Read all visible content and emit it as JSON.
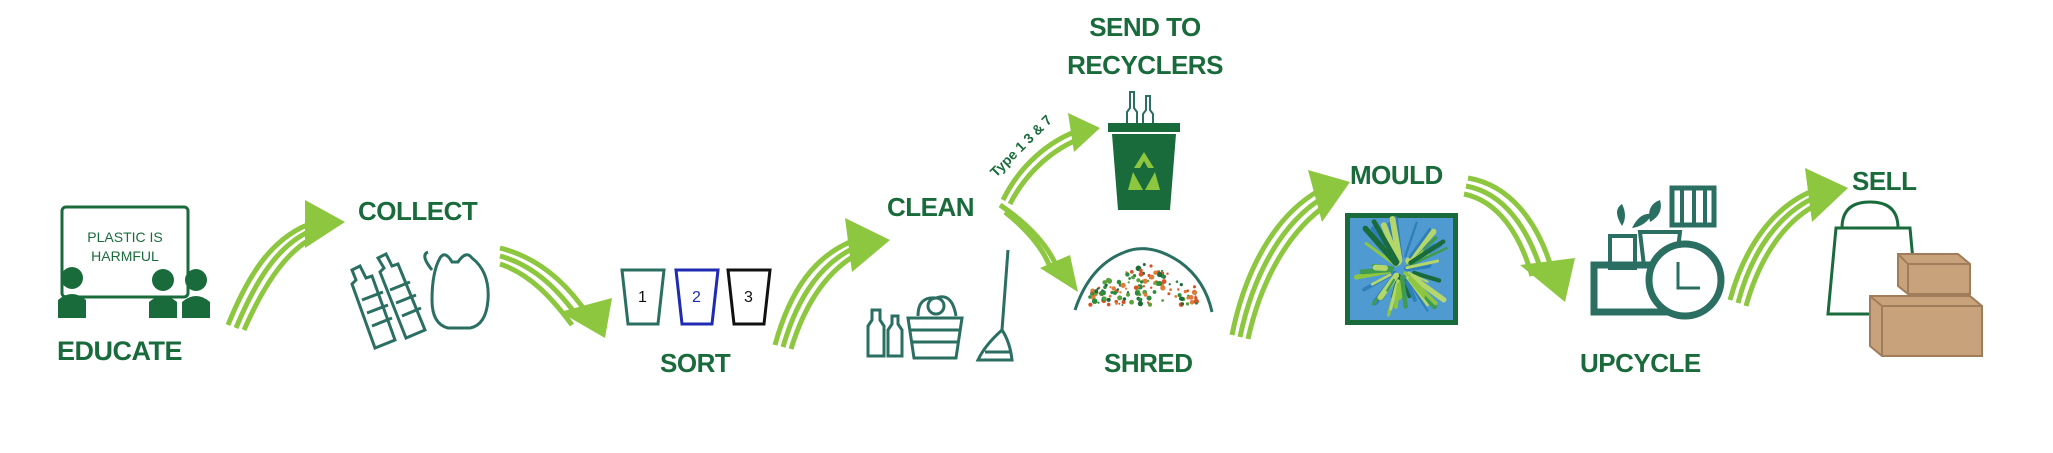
{
  "steps": {
    "educate": "EDUCATE",
    "collect": "COLLECT",
    "sort": "SORT",
    "clean": "CLEAN",
    "send_line1": "SEND TO",
    "send_line2": "RECYCLERS",
    "shred": "SHRED",
    "mould": "MOULD",
    "upcycle": "UPCYCLE",
    "sell": "SELL"
  },
  "board": {
    "line1": "PLASTIC IS",
    "line2": "HARMFUL"
  },
  "bins": [
    "1",
    "2",
    "3"
  ],
  "branch_label": "Type 1 3 & 7",
  "colors": {
    "label": "#1a6b3c",
    "arrow": "#8dc63f",
    "icon": "#2a6f62",
    "dark_green": "#1a6b3c",
    "bin2": "#1f2bb0",
    "box": "#c8a27a"
  },
  "icons": [
    "presentation-board-icon",
    "bottles-bag-icon",
    "sort-bins-icon",
    "cleaning-icon",
    "recycle-bin-icon",
    "shredded-pile-icon",
    "moulded-tile-icon",
    "upcycled-items-icon",
    "shopping-bag-boxes-icon"
  ]
}
